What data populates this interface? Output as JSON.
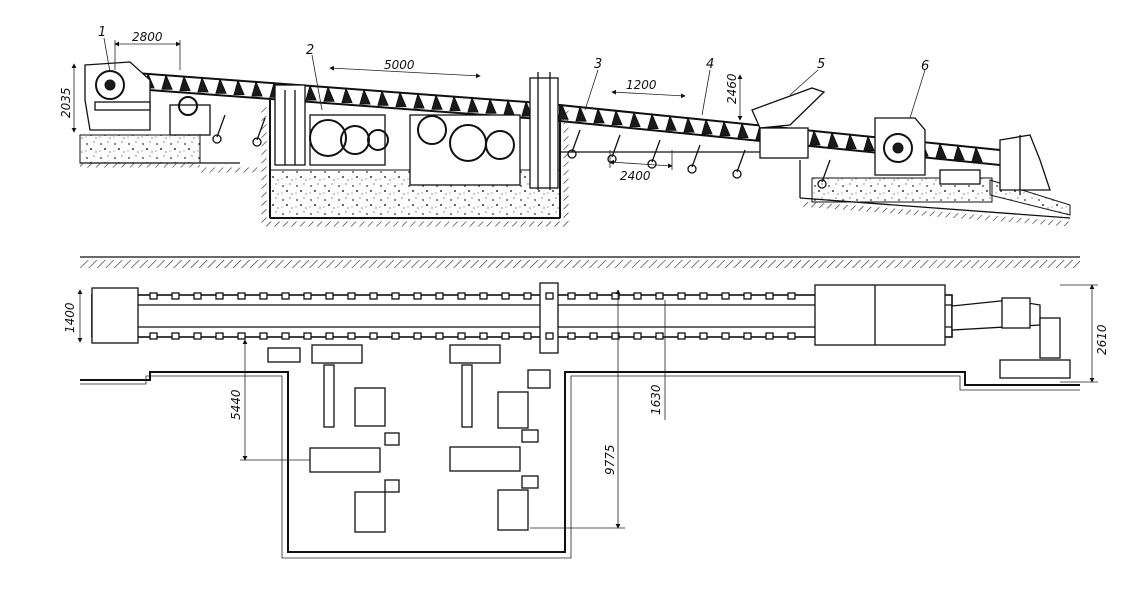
{
  "callouts": [
    "1",
    "2",
    "3",
    "4",
    "5",
    "6"
  ],
  "dimensions": {
    "d2800": "2800",
    "d2035": "2035",
    "d5000": "5000",
    "d1200": "1200",
    "d2460": "2460",
    "d2400": "2400",
    "d1400": "1400",
    "d2610": "2610",
    "d5440": "5440",
    "d9775": "9775",
    "d1630": "1630"
  },
  "colors": {
    "ink": "#111111",
    "paper": "#ffffff"
  }
}
